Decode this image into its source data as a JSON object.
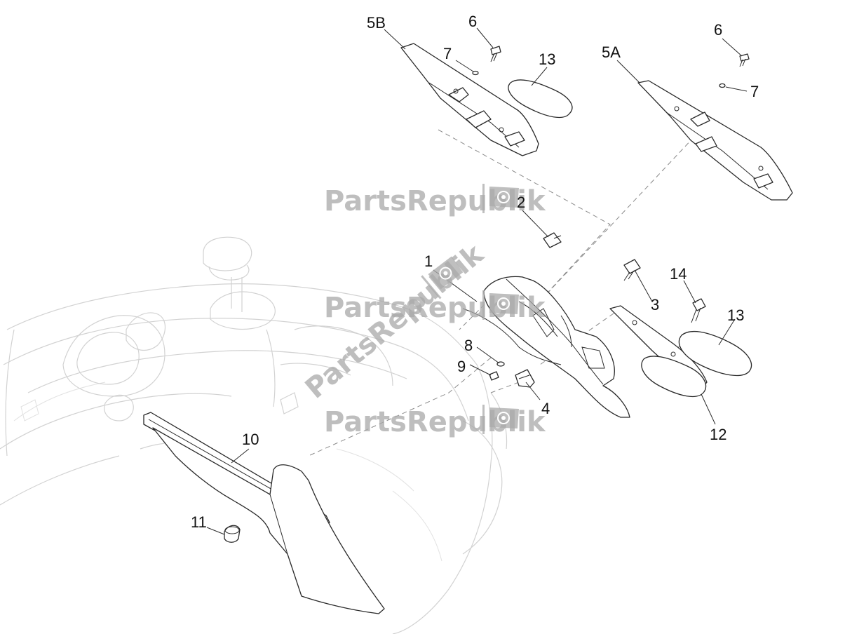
{
  "diagram": {
    "callouts": [
      {
        "id": "c-5b",
        "label": "5B"
      },
      {
        "id": "c-6a",
        "label": "6"
      },
      {
        "id": "c-7a",
        "label": "7"
      },
      {
        "id": "c-13a",
        "label": "13"
      },
      {
        "id": "c-5a",
        "label": "5A"
      },
      {
        "id": "c-6b",
        "label": "6"
      },
      {
        "id": "c-7b",
        "label": "7"
      },
      {
        "id": "c-2",
        "label": "2"
      },
      {
        "id": "c-1",
        "label": "1"
      },
      {
        "id": "c-3",
        "label": "3"
      },
      {
        "id": "c-14",
        "label": "14"
      },
      {
        "id": "c-13b",
        "label": "13"
      },
      {
        "id": "c-8",
        "label": "8"
      },
      {
        "id": "c-9",
        "label": "9"
      },
      {
        "id": "c-4",
        "label": "4"
      },
      {
        "id": "c-12",
        "label": "12"
      },
      {
        "id": "c-10",
        "label": "10"
      },
      {
        "id": "c-11",
        "label": "11"
      }
    ],
    "watermark": {
      "text": "PartsRepublik",
      "icon": "gear-flag-icon",
      "color": "#a9a9a9"
    }
  }
}
